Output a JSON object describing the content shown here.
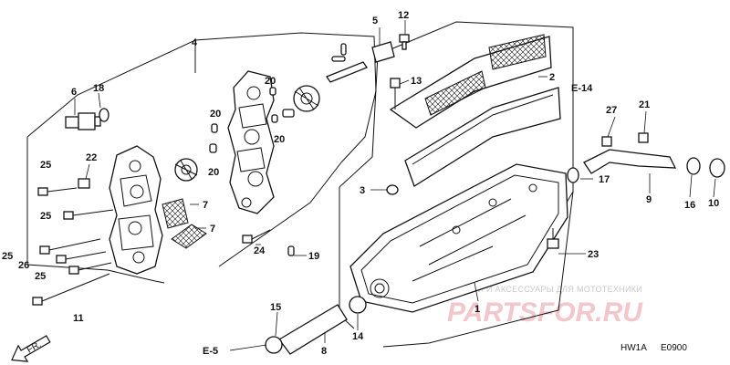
{
  "diagram_code": "HW1A",
  "figure_number": "E0900",
  "direction_label": "FR.",
  "references": {
    "e14": "E-14",
    "e5": "E-5"
  },
  "watermark": {
    "caption": "ЗАПЧАСТИ И АКСЕССУАРЫ ДЛЯ МОТОТЕХНИКИ",
    "brand": "PARTSFOR.RU"
  },
  "callouts": [
    {
      "id": "c1",
      "label": "1"
    },
    {
      "id": "c2",
      "label": "2"
    },
    {
      "id": "c3",
      "label": "3"
    },
    {
      "id": "c4",
      "label": "4"
    },
    {
      "id": "c5",
      "label": "5"
    },
    {
      "id": "c6",
      "label": "6"
    },
    {
      "id": "c7a",
      "label": "7"
    },
    {
      "id": "c7b",
      "label": "7"
    },
    {
      "id": "c8",
      "label": "8"
    },
    {
      "id": "c9",
      "label": "9"
    },
    {
      "id": "c10",
      "label": "10"
    },
    {
      "id": "c11",
      "label": "11"
    },
    {
      "id": "c12",
      "label": "12"
    },
    {
      "id": "c13",
      "label": "13"
    },
    {
      "id": "c14",
      "label": "14"
    },
    {
      "id": "c15",
      "label": "15"
    },
    {
      "id": "c16",
      "label": "16"
    },
    {
      "id": "c17",
      "label": "17"
    },
    {
      "id": "c18",
      "label": "18"
    },
    {
      "id": "c19",
      "label": "19"
    },
    {
      "id": "c20a",
      "label": "20"
    },
    {
      "id": "c20b",
      "label": "20"
    },
    {
      "id": "c20c",
      "label": "20"
    },
    {
      "id": "c20d",
      "label": "20"
    },
    {
      "id": "c21",
      "label": "21"
    },
    {
      "id": "c22",
      "label": "22"
    },
    {
      "id": "c23",
      "label": "23"
    },
    {
      "id": "c24",
      "label": "24"
    },
    {
      "id": "c25a",
      "label": "25"
    },
    {
      "id": "c25b",
      "label": "25"
    },
    {
      "id": "c25c",
      "label": "25"
    },
    {
      "id": "c25d",
      "label": "25"
    },
    {
      "id": "c26",
      "label": "26"
    },
    {
      "id": "c27",
      "label": "27"
    }
  ]
}
